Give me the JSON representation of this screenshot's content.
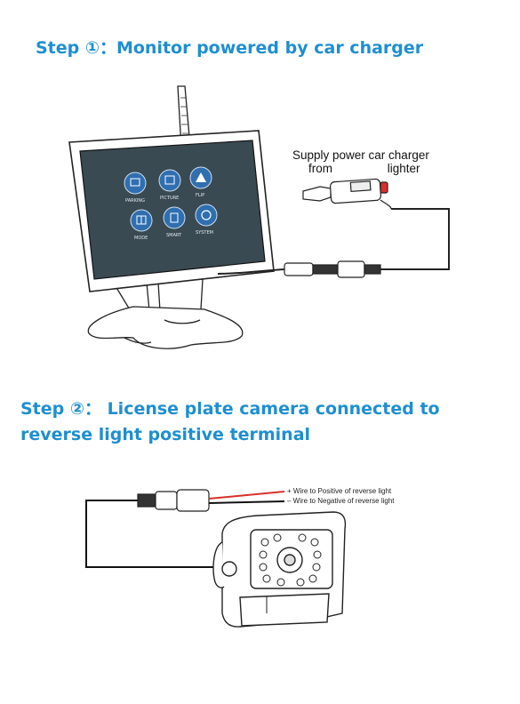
{
  "step1": {
    "title": "Step ①：Monitor powered by car charger",
    "caption_line1": "Supply power car charger",
    "caption_from": "from",
    "caption_lighter": "lighter",
    "monitor_menu": [
      "PARKING",
      "PICTURE",
      "FLIP",
      "MODE",
      "SMART",
      "SYSTEM"
    ]
  },
  "step2": {
    "title": "Step ②： License plate camera connected to reverse light positive terminal",
    "wire_positive": "+ Wire to Positive of reverse light",
    "wire_negative": "– Wire to Negative of reverse light"
  },
  "colors": {
    "title_blue": "#1e8fd0",
    "monitor_screen": "#3a4a52",
    "menu_icon_blue": "#2f6fb0",
    "charger_tip_red": "#d9302a",
    "wire_red": "#d9302a"
  }
}
